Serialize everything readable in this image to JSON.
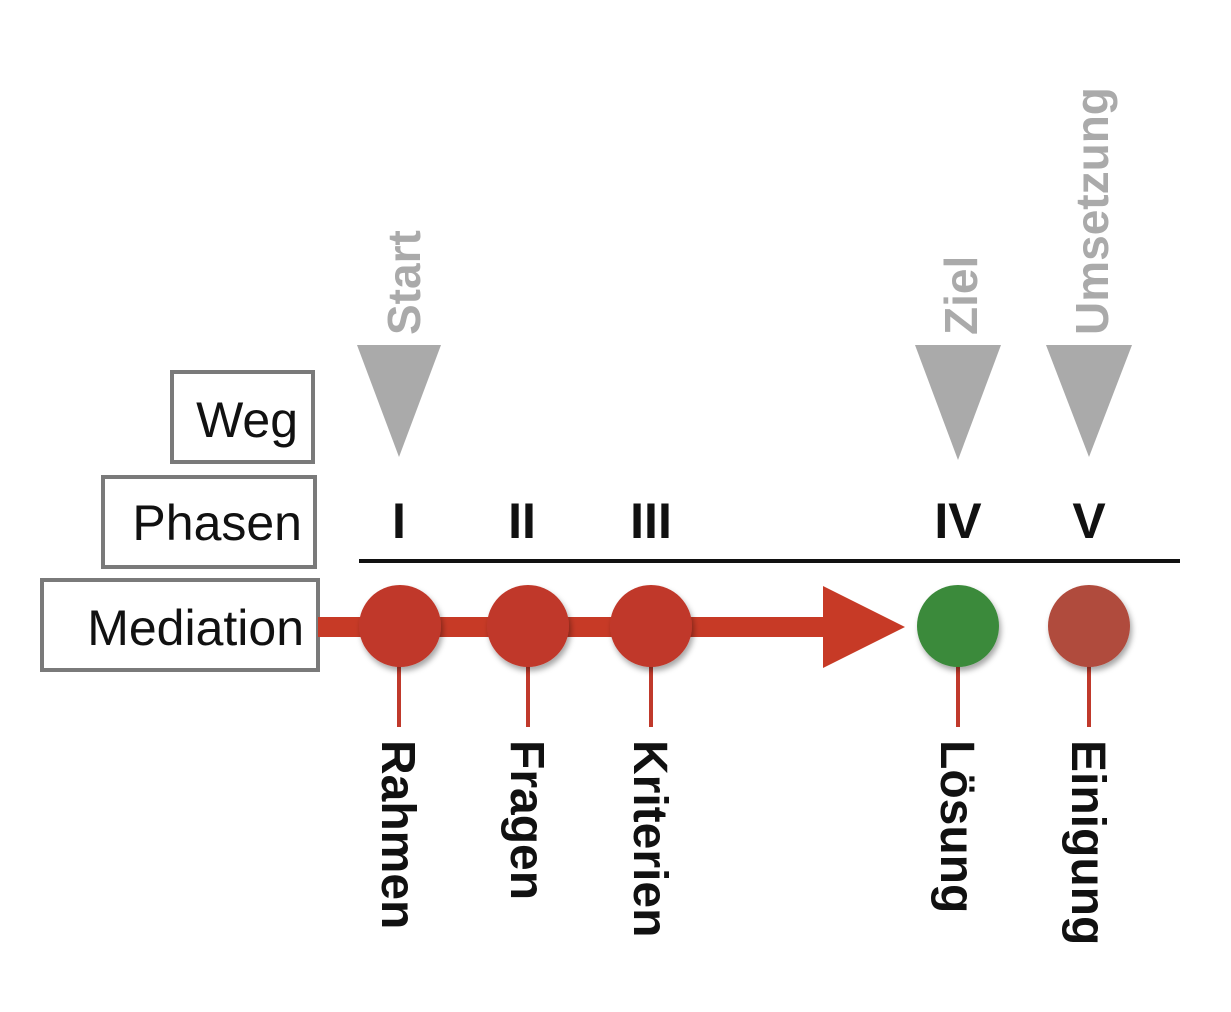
{
  "labels": {
    "weg": "Weg",
    "phasen": "Phasen",
    "mediation": "Mediation"
  },
  "milestones": {
    "start": "Start",
    "ziel": "Ziel",
    "umsetzung": "Umsetzung"
  },
  "phases": [
    "I",
    "II",
    "III",
    "IV",
    "V"
  ],
  "steps": [
    "Rahmen",
    "Fragen",
    "Kriterien",
    "Lösung",
    "Einigung"
  ],
  "colors": {
    "main_red": "#c0392b",
    "arrow_red": "#c73a26",
    "green": "#3b8a3a",
    "brown": "#b04b3c",
    "grey": "#aaaaaa",
    "box_border": "#7a7a7a"
  }
}
